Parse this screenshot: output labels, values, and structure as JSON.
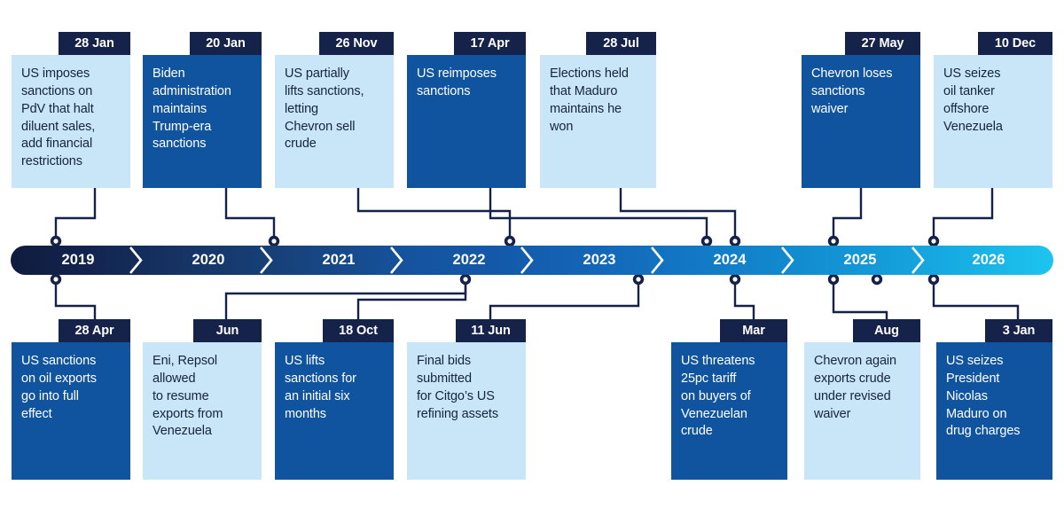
{
  "timeline": {
    "years": [
      "2019",
      "2020",
      "2021",
      "2022",
      "2023",
      "2024",
      "2025",
      "2026"
    ],
    "colors": {
      "start": "#101c3e",
      "end": "#1ec4ee",
      "card_light": "#c8e6f7",
      "card_dark": "#10549f",
      "date_tag": "#15224a",
      "connector": "#16214a",
      "text_dark": "#17233f",
      "text_light": "#ffffff"
    }
  },
  "events_above": [
    {
      "date": "28 Jan",
      "text": "US imposes\nsanctions on\nPdV that halt\ndiluent sales,\nadd financial\nrestrictions",
      "style": "light"
    },
    {
      "date": "20 Jan",
      "text": "Biden\nadministration\nmaintains\nTrump-era\nsanctions",
      "style": "dark"
    },
    {
      "date": "26 Nov",
      "text": "US partially\nlifts sanctions,\nletting\nChevron sell\ncrude",
      "style": "light"
    },
    {
      "date": "17 Apr",
      "text": "US reimposes\nsanctions",
      "style": "dark"
    },
    {
      "date": "28 Jul",
      "text": "Elections held\nthat Maduro\nmaintains he\nwon",
      "style": "light"
    },
    {
      "date": "27 May",
      "text": "Chevron loses\nsanctions\nwaiver",
      "style": "dark"
    },
    {
      "date": "10 Dec",
      "text": "US seizes\noil tanker\noffshore\nVenezuela",
      "style": "light"
    }
  ],
  "events_below": [
    {
      "date": "28 Apr",
      "text": "US sanctions\non oil exports\ngo into full\neffect",
      "style": "dark"
    },
    {
      "date": "Jun",
      "text": "Eni, Repsol\nallowed\nto resume\nexports from\nVenezuela",
      "style": "light"
    },
    {
      "date": "18 Oct",
      "text": "US lifts\nsanctions for\nan initial six\nmonths",
      "style": "dark"
    },
    {
      "date": "11 Jun",
      "text": "Final bids\nsubmitted\nfor Citgo’s US\nrefining assets",
      "style": "light"
    },
    {
      "date": "Mar",
      "text": "US threatens\n25pc tariff\non buyers of\nVenezuelan\ncrude",
      "style": "dark"
    },
    {
      "date": "Aug",
      "text": "Chevron again\nexports crude\nunder revised\nwaiver",
      "style": "light"
    },
    {
      "date": "3 Jan",
      "text": "US seizes\nPresident\nNicolas\nMaduro on\ndrug charges",
      "style": "dark"
    }
  ]
}
